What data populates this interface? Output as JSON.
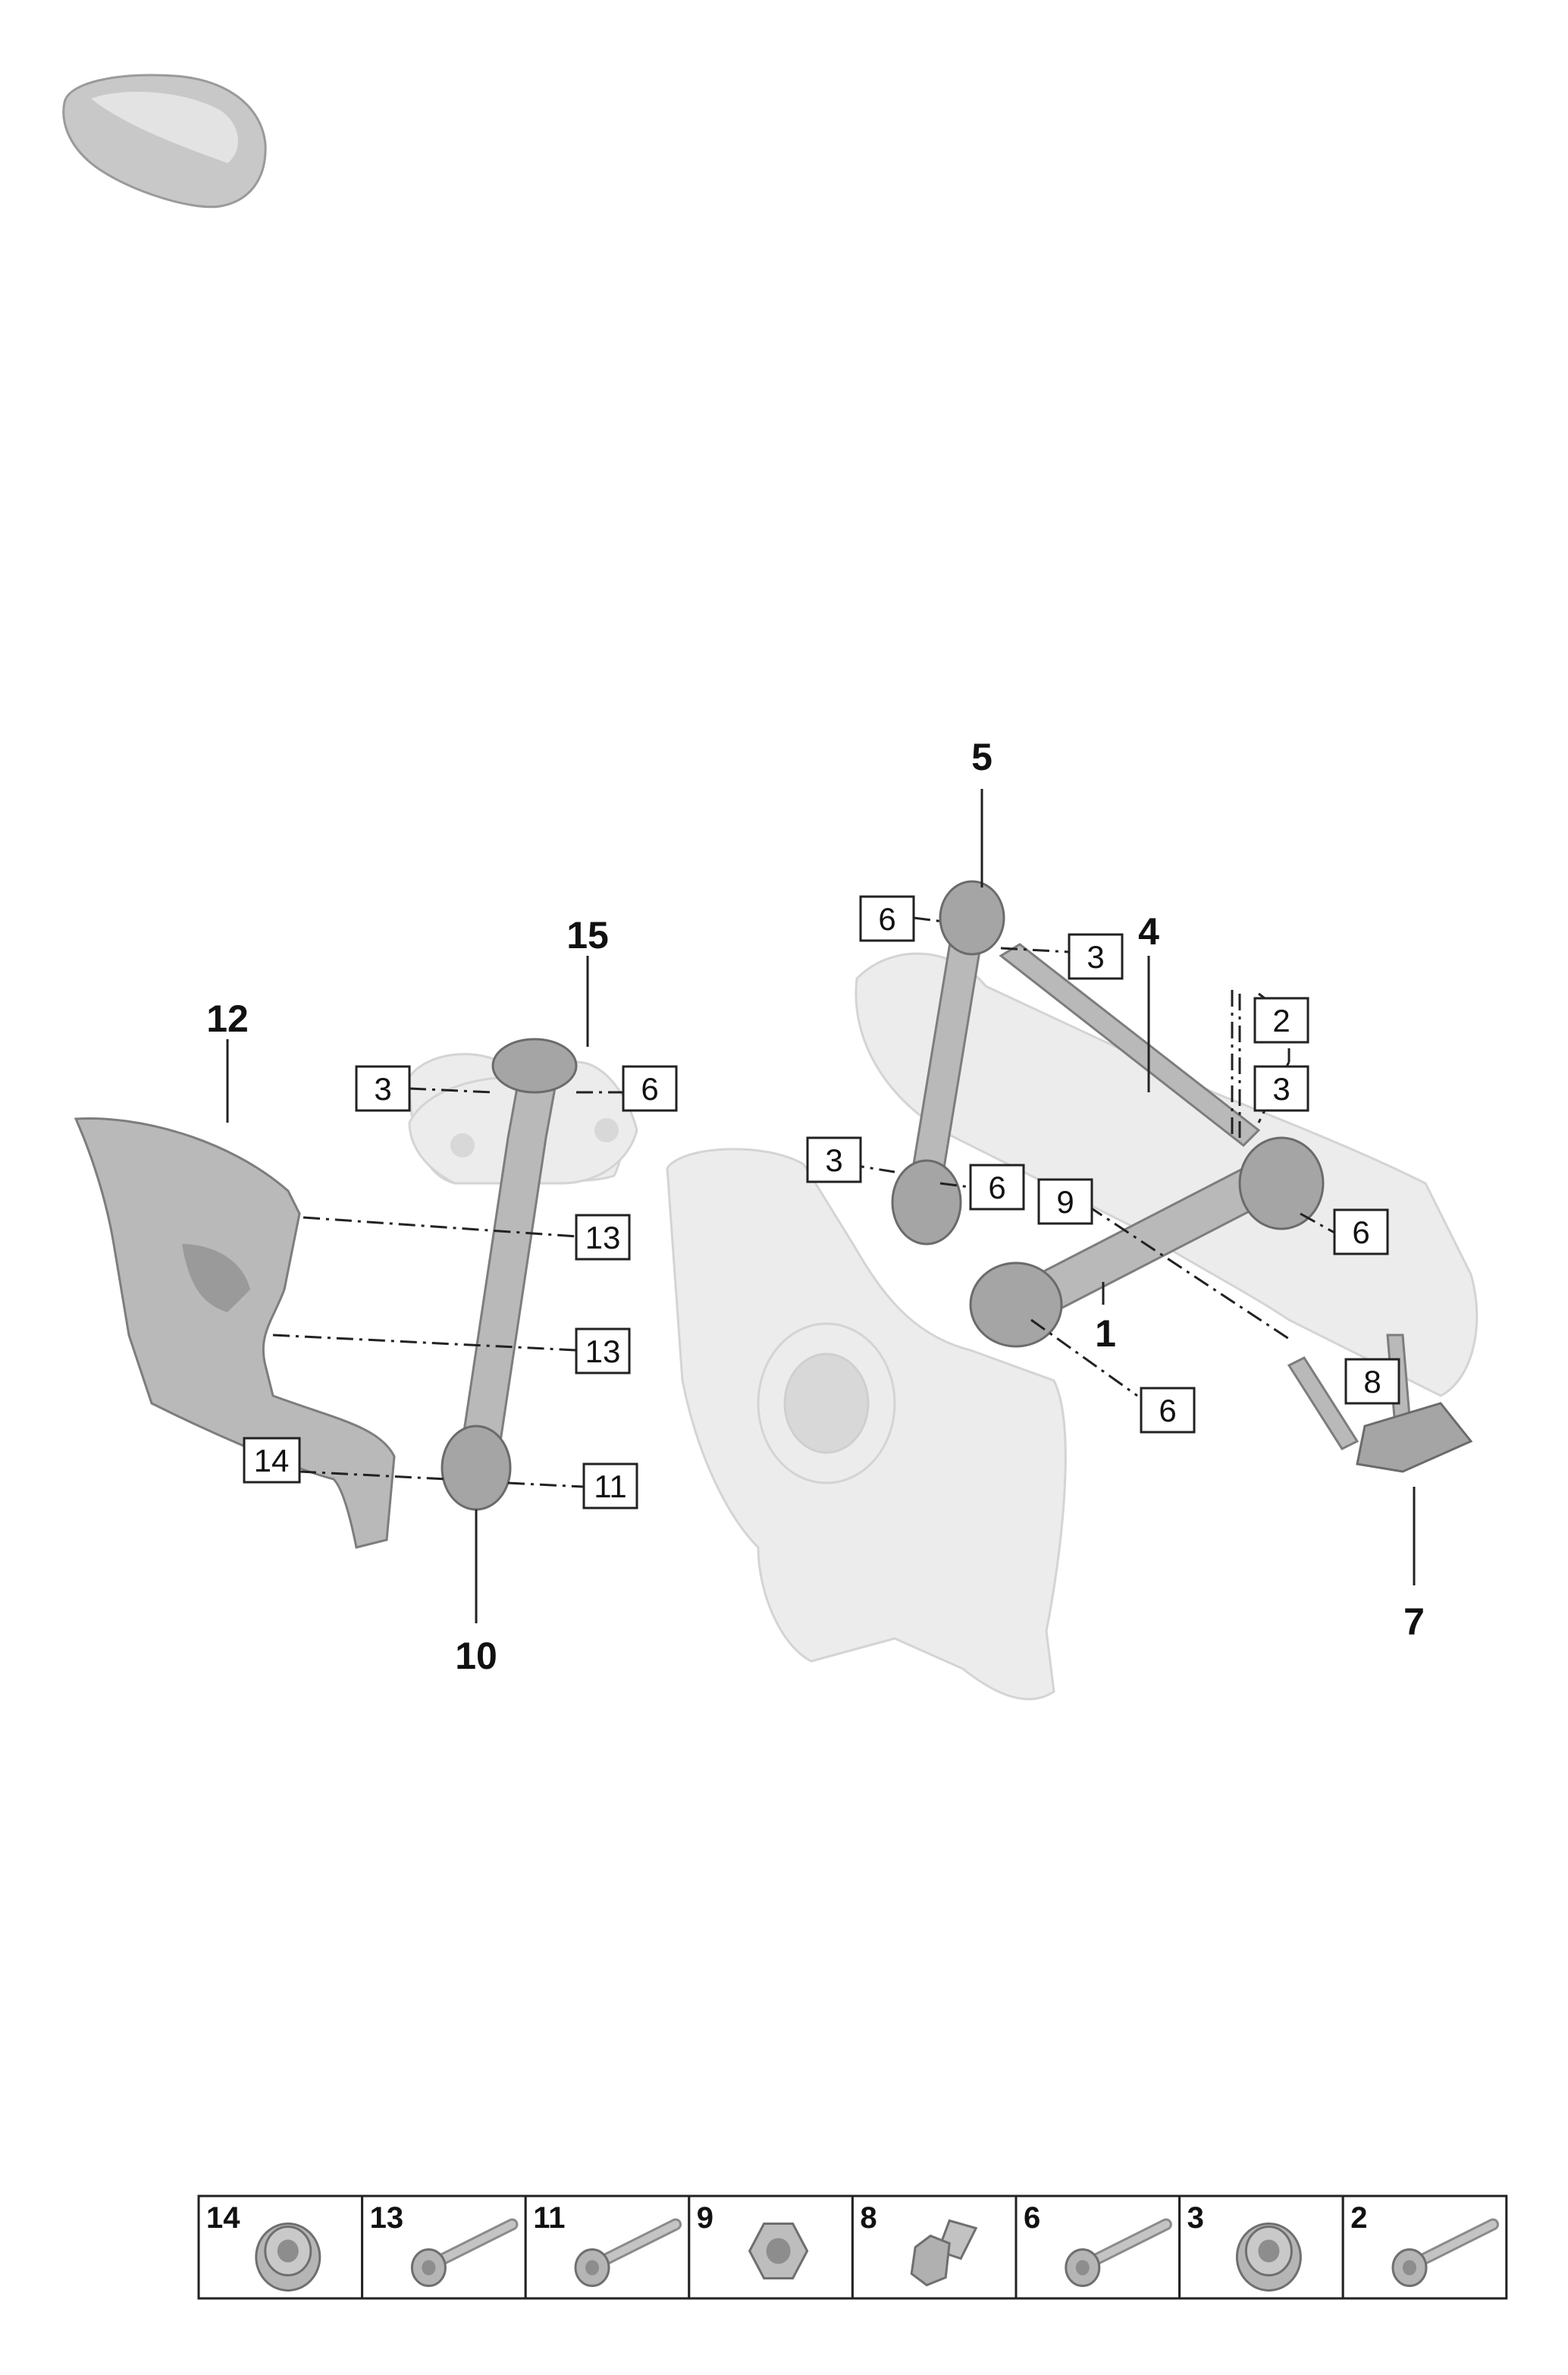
{
  "diagram": {
    "part_labels": {
      "p1": "1",
      "p4": "4",
      "p5": "5",
      "p7": "7",
      "p10": "10",
      "p12": "12",
      "p15": "15"
    },
    "callouts": {
      "c6_top": "6",
      "c3_top": "3",
      "c2": "2",
      "c3_stack": "3",
      "c3_mid": "3",
      "c6_mid": "6",
      "c9": "9",
      "c6_right": "6",
      "c8": "8",
      "c6_low": "6",
      "c3_left": "3",
      "c6_left": "6",
      "c13_a": "13",
      "c13_b": "13",
      "c14": "14",
      "c11": "11"
    }
  },
  "legend": [
    {
      "num": "14",
      "icon": "flange-nut-icon"
    },
    {
      "num": "13",
      "icon": "long-bolt-icon"
    },
    {
      "num": "11",
      "icon": "long-bolt-icon"
    },
    {
      "num": "9",
      "icon": "hex-nut-icon"
    },
    {
      "num": "8",
      "icon": "short-bolt-icon"
    },
    {
      "num": "6",
      "icon": "long-bolt-icon"
    },
    {
      "num": "3",
      "icon": "flange-nut-icon"
    },
    {
      "num": "2",
      "icon": "long-bolt-icon"
    }
  ],
  "colors": {
    "part_fill": "#b9b9b9",
    "ghost_fill": "#ececec",
    "line": "#222222"
  }
}
